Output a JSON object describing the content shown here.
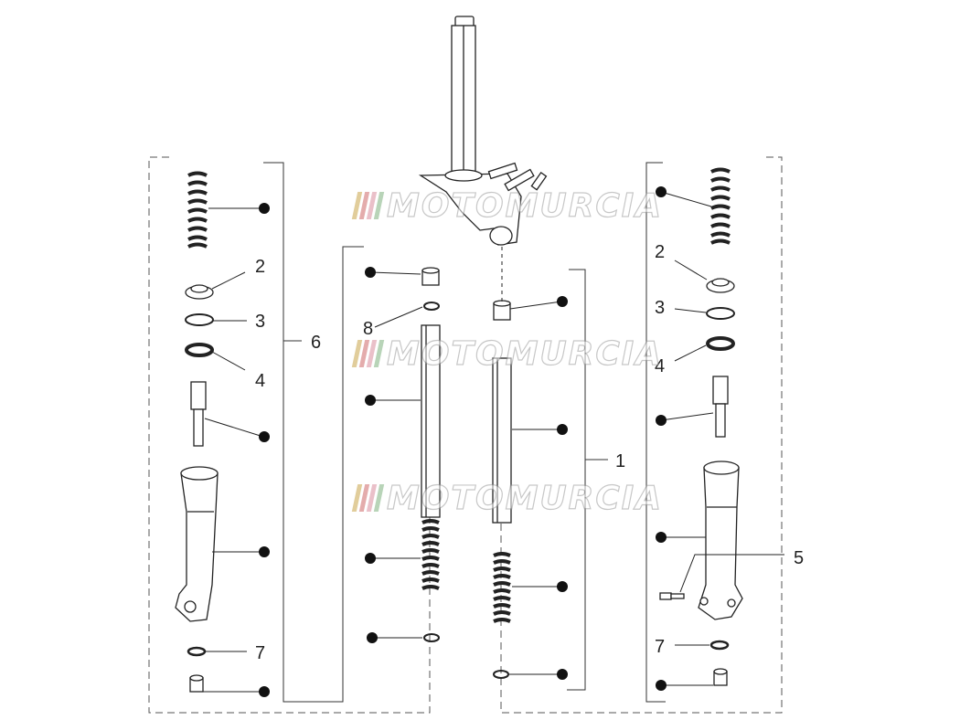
{
  "watermark": {
    "text": "MOTOMURCIA",
    "bar_colors": [
      "#c9a54a",
      "#cf6a6a",
      "#d98e9e",
      "#7fb27f"
    ]
  },
  "callouts": {
    "left_group": {
      "n2": "2",
      "n3": "3",
      "n4": "4",
      "n6": "6",
      "n7": "7"
    },
    "center": {
      "n8": "8",
      "n1": "1"
    },
    "right_group": {
      "n2": "2",
      "n3": "3",
      "n4": "4",
      "n5": "5",
      "n7": "7"
    }
  },
  "colors": {
    "line": "#222222",
    "frame": "#555555",
    "dot": "#111111"
  }
}
